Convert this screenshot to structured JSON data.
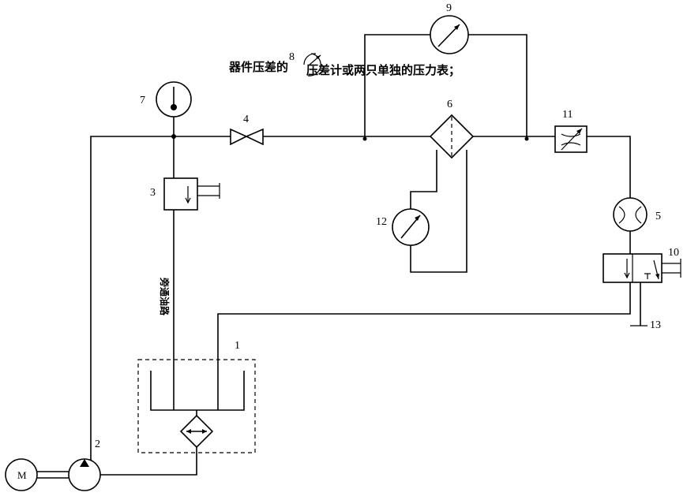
{
  "labels": {
    "n1": "1",
    "n2": "2",
    "n3": "3",
    "n4": "4",
    "n5": "5",
    "n6": "6",
    "n7": "7",
    "n8": "8",
    "n9": "9",
    "n10": "10",
    "n11": "11",
    "n12": "12",
    "n13": "13",
    "motor": "M",
    "bypass": "旁通油路",
    "note_part1": "器件压差的",
    "note_part2": "压差计或两只单独的压力表；"
  },
  "icons": {
    "motor": "motor-circle-icon",
    "pump": "pump-icon",
    "gauge": "pressure-gauge-icon",
    "valve": "needle-valve-icon",
    "filter": "filter-icon",
    "flowmeter": "flowmeter-icon",
    "reservoir": "reservoir-tank-icon",
    "relief": "relief-valve-icon",
    "directional": "directional-valve-icon",
    "throttle": "throttle-valve-icon"
  }
}
